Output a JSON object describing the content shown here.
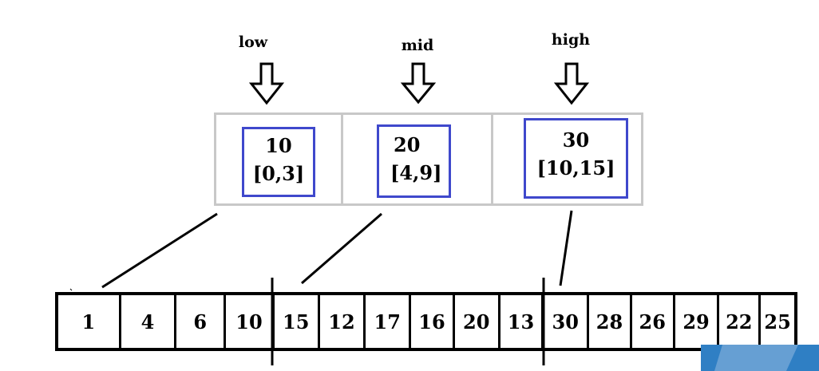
{
  "pointers": {
    "low": "low",
    "mid": "mid",
    "high": "high"
  },
  "index_blocks": [
    {
      "value": "10",
      "range": "[0,3]"
    },
    {
      "value": "20",
      "range": "[4,9]"
    },
    {
      "value": "30",
      "range": "[10,15]"
    }
  ],
  "array": [
    "1",
    "4",
    "6",
    "10",
    "15",
    "12",
    "17",
    "16",
    "20",
    "13",
    "30",
    "28",
    "26",
    "29",
    "22",
    "25"
  ],
  "colors": {
    "inner_box": "#3f48cc",
    "index_border": "#c8c8c8",
    "line": "#000000"
  }
}
